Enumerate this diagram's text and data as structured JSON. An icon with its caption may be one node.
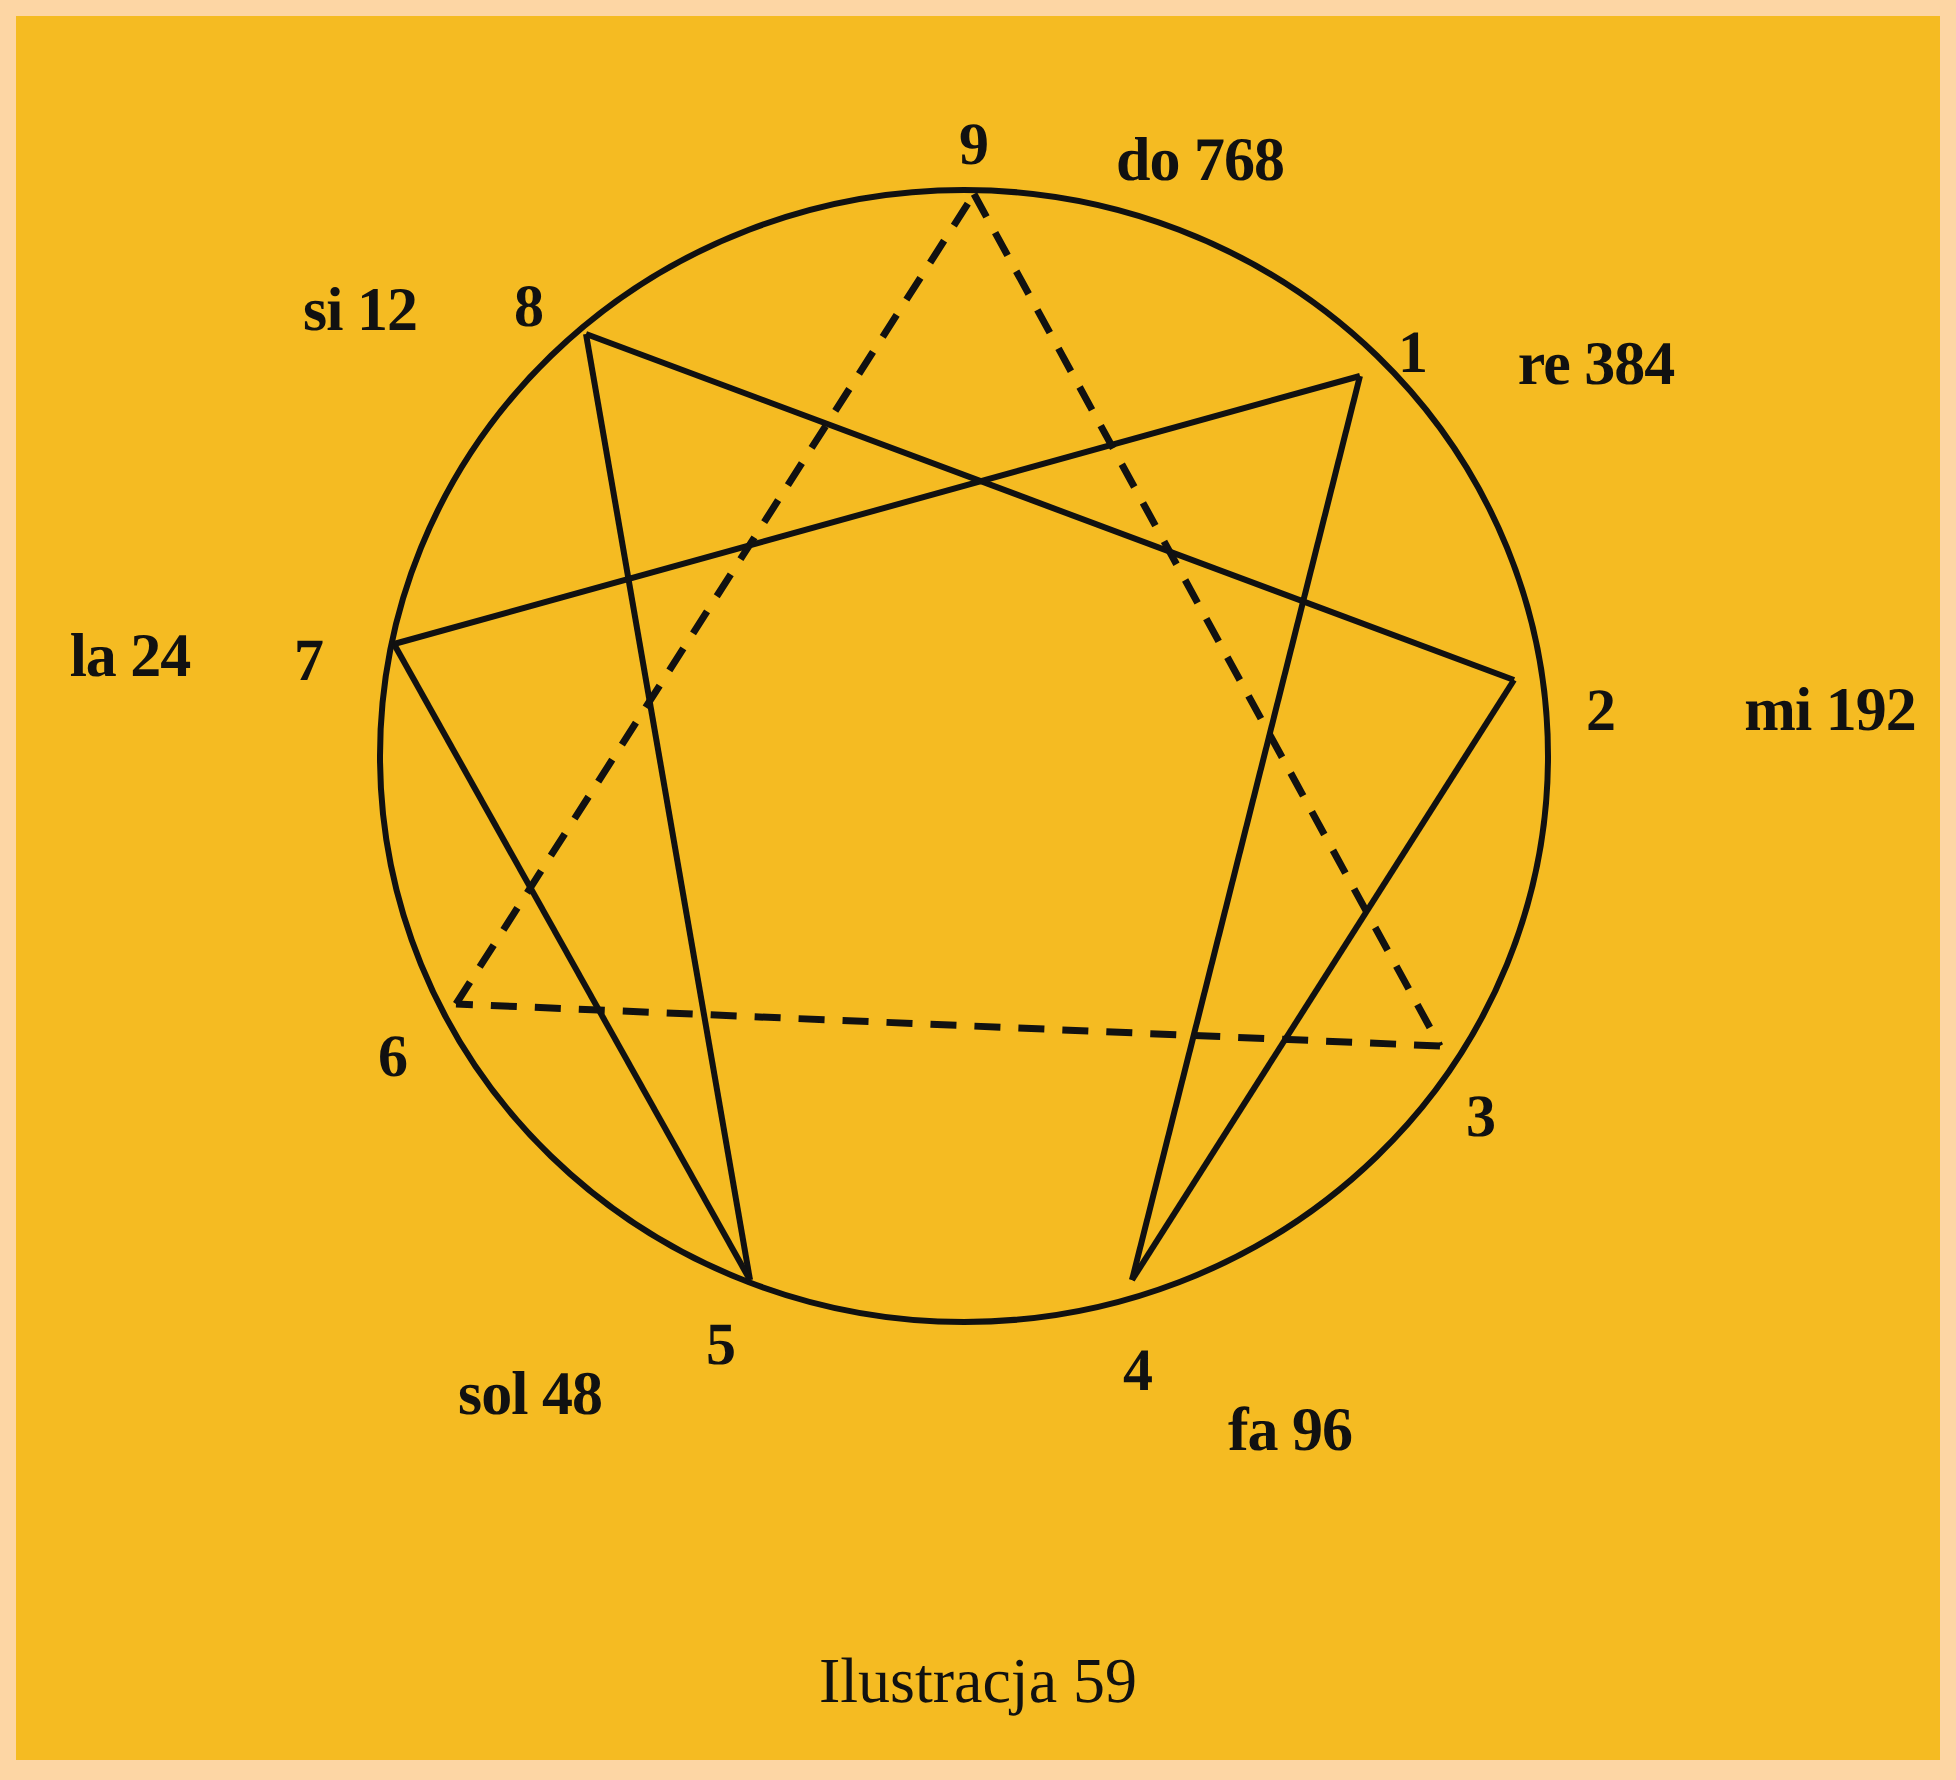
{
  "diagram": {
    "caption": "Ilustracja 59",
    "nodes": [
      {
        "text": [
          "9"
        ],
        "beside": [
          "do 768"
        ]
      },
      {
        "text": [
          "1"
        ],
        "beside": [
          "re 384"
        ]
      },
      {
        "text": [
          "2"
        ],
        "beside": [
          "mi 192"
        ]
      },
      {
        "text": [
          "3"
        ]
      },
      {
        "text": [
          "4"
        ],
        "beside": [
          "fa 96"
        ]
      },
      {
        "text": [
          "5"
        ],
        "beside": [
          "sol 48"
        ]
      },
      {
        "text": [
          "6"
        ]
      },
      {
        "text": [
          "7"
        ],
        "beside": [
          "la 24"
        ]
      },
      {
        "text": [
          "8"
        ],
        "beside": [
          "si 12"
        ]
      }
    ],
    "edges": [
      {
        "from": 1,
        "to": 4,
        "arrow": "none"
      },
      {
        "from": 4,
        "to": 2,
        "arrow": "none"
      },
      {
        "from": 2,
        "to": 8,
        "arrow": "none"
      },
      {
        "from": 8,
        "to": 5,
        "arrow": "none"
      },
      {
        "from": 5,
        "to": 7,
        "arrow": "none"
      },
      {
        "from": 7,
        "to": 1,
        "arrow": "none"
      },
      {
        "from": 0,
        "to": 3,
        "arrow": "none",
        "style": "dashed"
      },
      {
        "from": 3,
        "to": 6,
        "arrow": "none",
        "style": "dashed"
      },
      {
        "from": 6,
        "to": 0,
        "arrow": "none",
        "style": "dashed"
      }
    ]
  }
}
